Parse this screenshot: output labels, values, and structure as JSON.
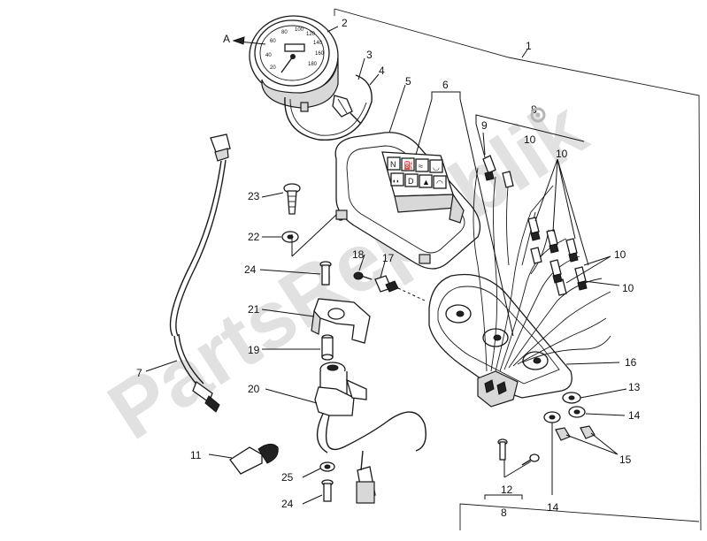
{
  "watermark": "PartsRepublik",
  "callouts": {
    "c1": "1",
    "c2": "2",
    "c3": "3",
    "c4": "4",
    "c5": "5",
    "c6": "6",
    "c7": "7",
    "c8a": "8",
    "c8b": "8",
    "c9": "9",
    "c10a": "10",
    "c10b": "10",
    "c10c": "10",
    "c10d": "10",
    "c11": "11",
    "c12": "12",
    "c13": "13",
    "c14a": "14",
    "c14b": "14",
    "c15": "15",
    "c16": "16",
    "c17": "17",
    "c18": "18",
    "c19": "19",
    "c20": "20",
    "c21": "21",
    "c22": "22",
    "c23": "23",
    "c24a": "24",
    "c24b": "24",
    "c25": "25",
    "arrowA": "A"
  },
  "dial_numbers": [
    "20",
    "40",
    "60",
    "80",
    "100",
    "120",
    "140",
    "160",
    "180"
  ],
  "indicator_symbols": [
    "N",
    "⛽",
    "≈",
    "◡",
    "◖◗",
    "D",
    "▲",
    "◠"
  ]
}
